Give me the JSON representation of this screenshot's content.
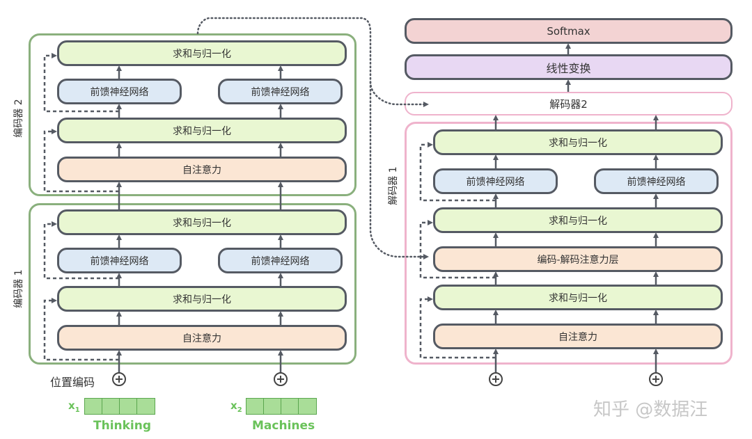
{
  "encoders": {
    "enc2": {
      "label": "编码器 2",
      "norm_top": "求和与归一化",
      "ffn_left": "前馈神经网络",
      "ffn_right": "前馈神经网络",
      "norm_mid": "求和与归一化",
      "self_attn": "自注意力"
    },
    "enc1": {
      "label": "编码器 1",
      "norm_top": "求和与归一化",
      "ffn_left": "前馈神经网络",
      "ffn_right": "前馈神经网络",
      "norm_mid": "求和与归一化",
      "self_attn": "自注意力"
    }
  },
  "decoders": {
    "softmax": "Softmax",
    "linear": "线性变换",
    "dec2": "解码器2",
    "dec1": {
      "label": "解码器 1",
      "norm_top": "求和与归一化",
      "ffn_left": "前馈神经网络",
      "ffn_right": "前馈神经网络",
      "norm_mid": "求和与归一化",
      "enc_dec_attn": "编码-解码注意力层",
      "norm_bottom": "求和与归一化",
      "self_attn": "自注意力"
    }
  },
  "positional_encoding_label": "位置编码",
  "inputs": [
    {
      "x_label": "x",
      "x_sub": "1",
      "word": "Thinking"
    },
    {
      "x_label": "x",
      "x_sub": "2",
      "word": "Machines"
    }
  ],
  "watermark": "知乎 @数据汪",
  "colors": {
    "encoder_frame": "#8ab07d",
    "decoder_frame": "#efb3cc",
    "norm_fill": "#e9f7d2",
    "ffn_fill": "#dde9f5",
    "attention_fill": "#fbe6d4",
    "linear_fill": "#e8d8f3",
    "softmax_fill": "#f3d3d3",
    "word_green": "#6ac25a"
  }
}
